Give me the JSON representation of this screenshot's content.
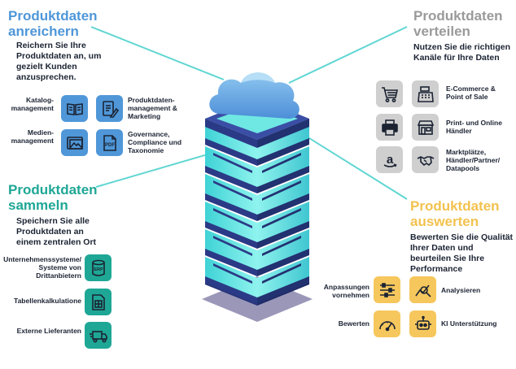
{
  "sections": {
    "enrich": {
      "title_line1": "Produktdaten",
      "title_line2": "anreichern",
      "description": "Reichern Sie Ihre Produktdaten an, um gezielt Kunden anzusprechen.",
      "items": [
        {
          "label": "Katalog-management",
          "icon": "book-icon"
        },
        {
          "label": "Produktdaten-management & Marketing",
          "icon": "document-pencil-icon"
        },
        {
          "label": "Medien-management",
          "icon": "image-icon"
        },
        {
          "label": "Governance, Compliance und Taxonomie",
          "icon": "pdf-icon"
        }
      ]
    },
    "distribute": {
      "title_line1": "Produktdaten",
      "title_line2": "verteilen",
      "description": "Nutzen Sie die richtigen Kanäle für Ihre Daten",
      "items": [
        {
          "label": "E-Commerce & Point of Sale",
          "icon": "cart-icon"
        },
        {
          "label": "Print- und Online Händler",
          "icon": "printer-icon"
        },
        {
          "label": "Marktplätze, Händler/Partner/ Datapools",
          "icon": "amazon-icon"
        }
      ]
    },
    "collect": {
      "title_line1": "Produktdaten",
      "title_line2": "sammeln",
      "description": "Speichern Sie alle Produktdaten an einem zentralen Ort",
      "items": [
        {
          "label": "Unternehmenssysteme/ Systeme von Drittanbietern",
          "icon": "erp-icon",
          "icon_text": "ERP"
        },
        {
          "label": "Tabellenkalkulatione",
          "icon": "spreadsheet-icon"
        },
        {
          "label": "Externe Lieferanten",
          "icon": "truck-icon"
        }
      ]
    },
    "evaluate": {
      "title_line1": "Produktdaten",
      "title_line2": "auswerten",
      "description": "Bewerten Sie die Qualität Ihrer Daten und beurteilen Sie Ihre Performance",
      "items": [
        {
          "label": "Anpassungen vornehmen",
          "icon": "sliders-icon"
        },
        {
          "label": "Analysieren",
          "icon": "analytics-icon"
        },
        {
          "label": "Bewerten",
          "icon": "gauge-icon"
        },
        {
          "label": "KI Unterstützung",
          "icon": "robot-icon"
        }
      ]
    }
  },
  "colors": {
    "enrich": "#4f97d8",
    "distribute": "#9a9a9a",
    "collect": "#1fa796",
    "evaluate": "#f3c24f",
    "server_dark": "#2b3a86",
    "server_glow": "#52e5e0",
    "connector": "#5fd6d2"
  }
}
